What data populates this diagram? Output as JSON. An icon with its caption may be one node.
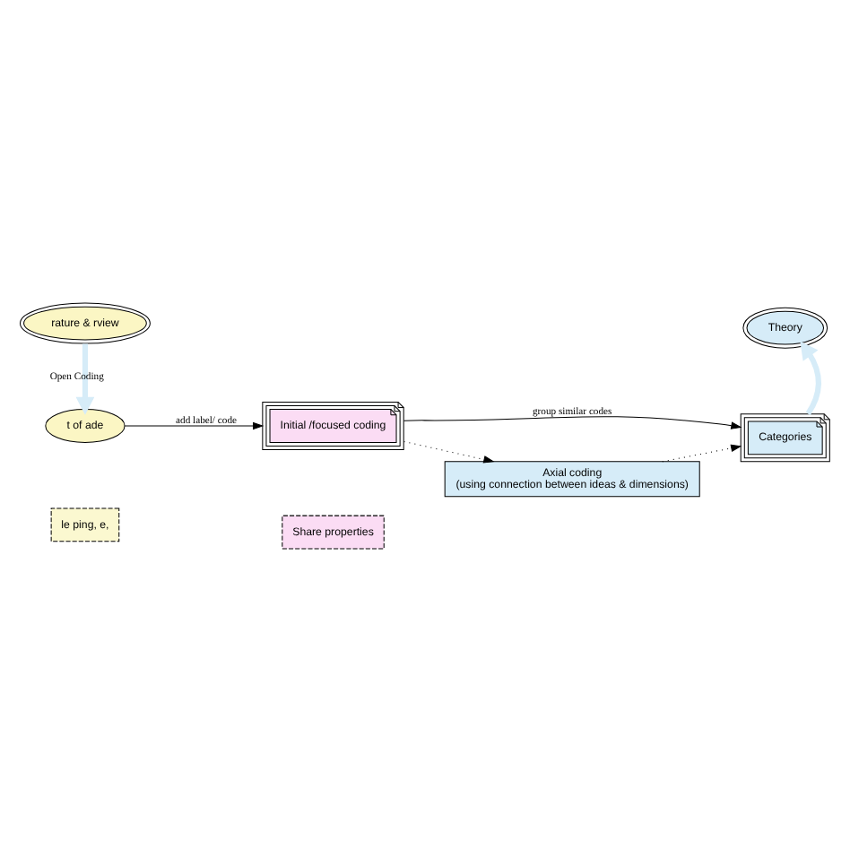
{
  "diagram": {
    "nodes": [
      {
        "text": [
          "rature & rview"
        ]
      },
      {
        "text": [
          "t of ade"
        ]
      },
      {
        "text": [
          "le ping, e,"
        ]
      },
      {
        "text": [
          "Initial /focused coding"
        ]
      },
      {
        "text": [
          "Categories"
        ]
      },
      {
        "text": [
          "Theory"
        ]
      },
      {
        "text": [
          "Share properties"
        ]
      },
      {
        "text": [
          "Axial coding",
          "(using connection between ideas & dimensions)"
        ]
      }
    ],
    "edges": [
      {
        "from": 0,
        "to": 1,
        "arrow": "to",
        "label": "Open Coding",
        "style": "thick",
        "color": "#d6ecf8"
      },
      {
        "from": 1,
        "to": 3,
        "arrow": "to",
        "label": "add label/ code"
      },
      {
        "from": 3,
        "to": 4,
        "arrow": "to",
        "label": "group similar codes"
      },
      {
        "from": 4,
        "to": 5,
        "arrow": "to",
        "style": "thick",
        "color": "#d6ecf8"
      },
      {
        "from": 3,
        "to": 7,
        "arrow": "to",
        "style": "dashed"
      },
      {
        "from": 7,
        "to": 4,
        "arrow": "to",
        "style": "dashed"
      }
    ]
  }
}
